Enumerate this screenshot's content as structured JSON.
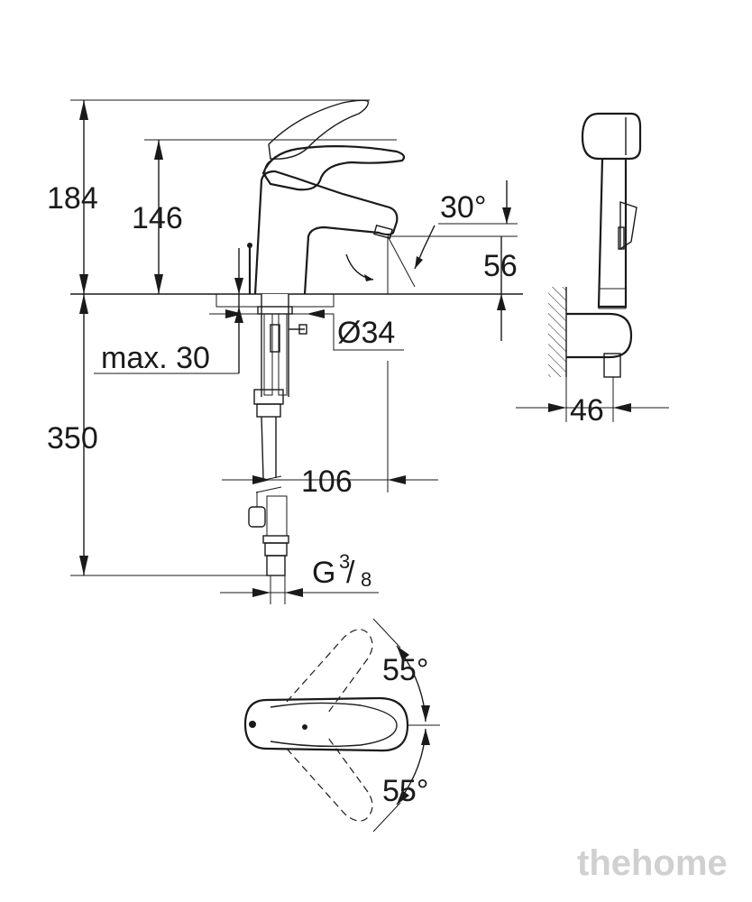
{
  "dimensions": {
    "total_height": "184",
    "spout_height": "146",
    "spout_angle": "30°",
    "outlet_height": "56",
    "hole_diameter": "Ø34",
    "max_deck": "max. 30",
    "hose_length": "350",
    "spout_reach": "106",
    "connection": "G",
    "connection_num": "3",
    "connection_den": "8",
    "holder_depth": "46",
    "rotation_back": "55°",
    "rotation_front": "55°"
  },
  "watermark": "thehome"
}
